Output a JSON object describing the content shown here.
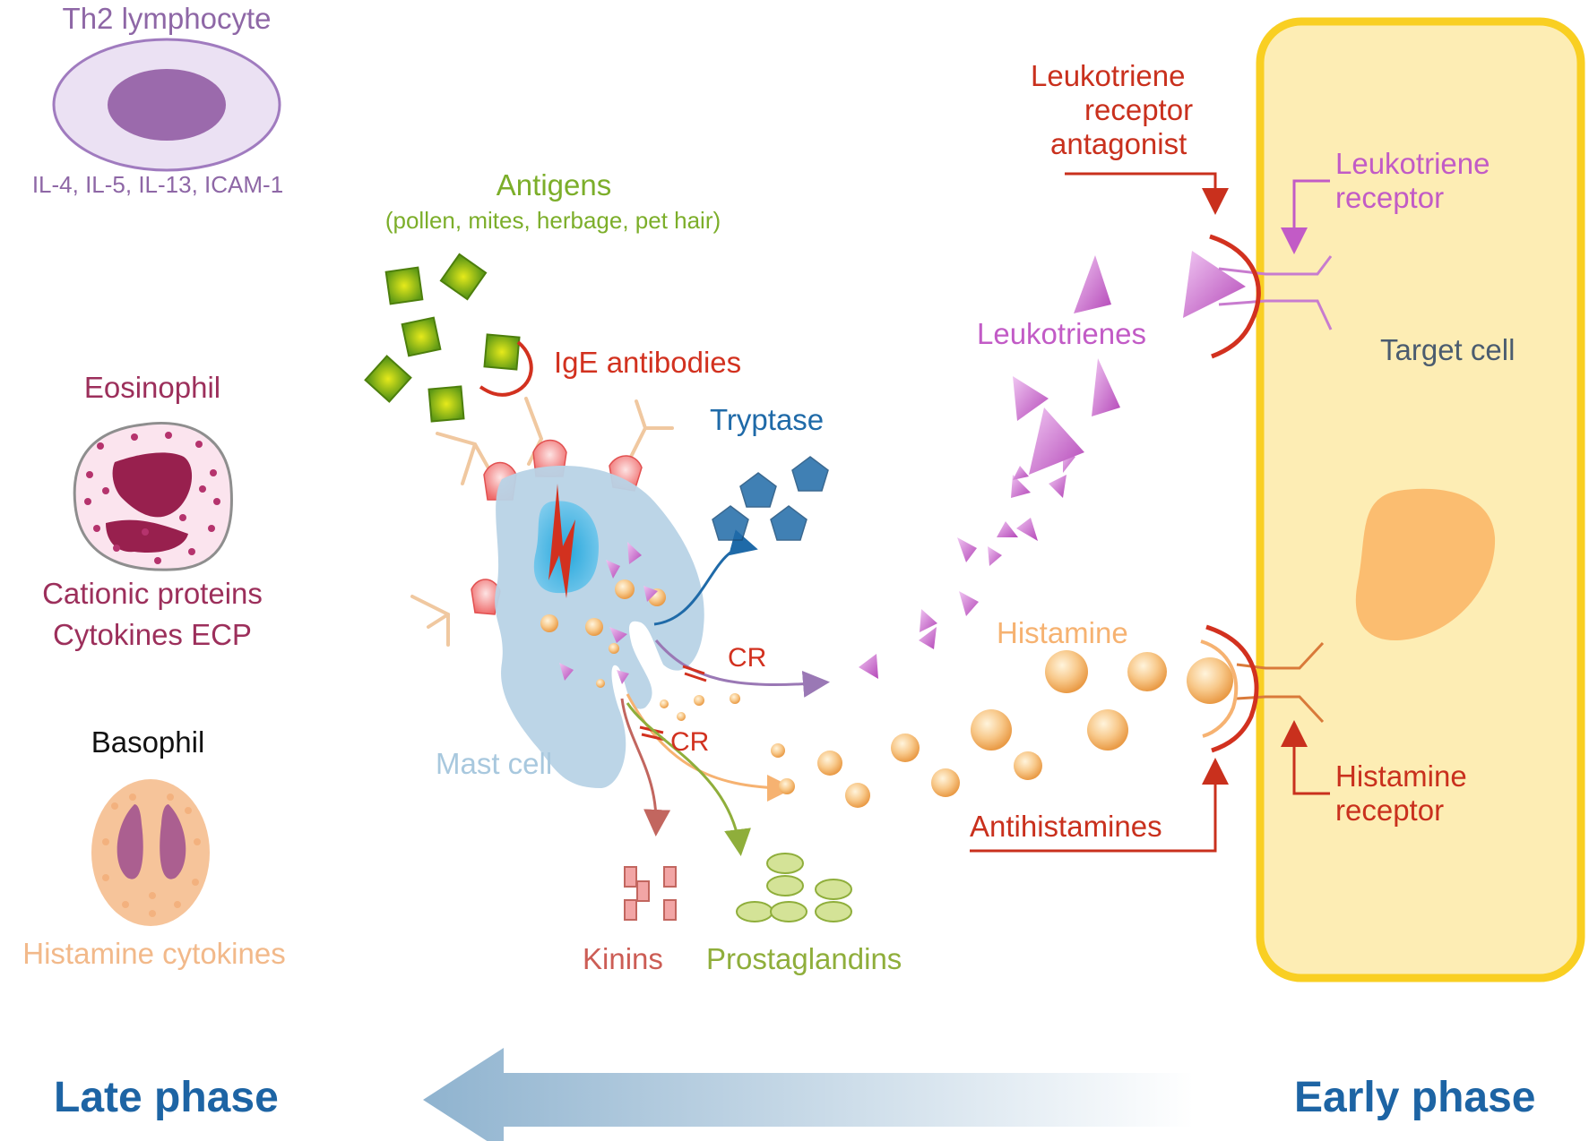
{
  "colors": {
    "th2": "#8e67a6",
    "eosinophil": "#9c2f5b",
    "basophil_text": "#f2b98a",
    "antigen": "#7cae2a",
    "ige": "#d2311f",
    "tryptase": "#1f6aa8",
    "mastcell": "#a8c8de",
    "leukotriene": "#c25bc6",
    "histamine": "#f6b271",
    "drug": "#c9301d",
    "target": "#4b5c6f",
    "kinins": "#cc5d55",
    "prostaglandins": "#8fae3b",
    "phase": "#1d64a4",
    "cell_fill": "#fdedb4",
    "cell_border": "#f9cf22"
  },
  "labels": {
    "th2_title": "Th2 lymphocyte",
    "th2_sub": "IL-4, IL-5, IL-13, ICAM-1",
    "eosinophil_title": "Eosinophil",
    "eosinophil_sub1": "Cationic proteins",
    "eosinophil_sub2": "Cytokines ECP",
    "basophil_title": "Basophil",
    "basophil_sub": "Histamine cytokines",
    "antigens_title": "Antigens",
    "antigens_sub": "(pollen, mites, herbage, pet hair)",
    "ige": "IgE antibodies",
    "tryptase": "Tryptase",
    "mast_cell": "Mast cell",
    "cr1": "CR",
    "cr2": "CR",
    "kinins": "Kinins",
    "prostaglandins": "Prostaglandins",
    "leukotrienes": "Leukotrienes",
    "histamine": "Histamine",
    "lra_1": "Leukotriene",
    "lra_2": "receptor",
    "lra_3": "antagonist",
    "lr_1": "Leukotriene",
    "lr_2": "receptor",
    "target_cell": "Target cell",
    "antihistamines": "Antihistamines",
    "hr_1": "Histamine",
    "hr_2": "receptor",
    "late_phase": "Late phase",
    "early_phase": "Early phase"
  }
}
